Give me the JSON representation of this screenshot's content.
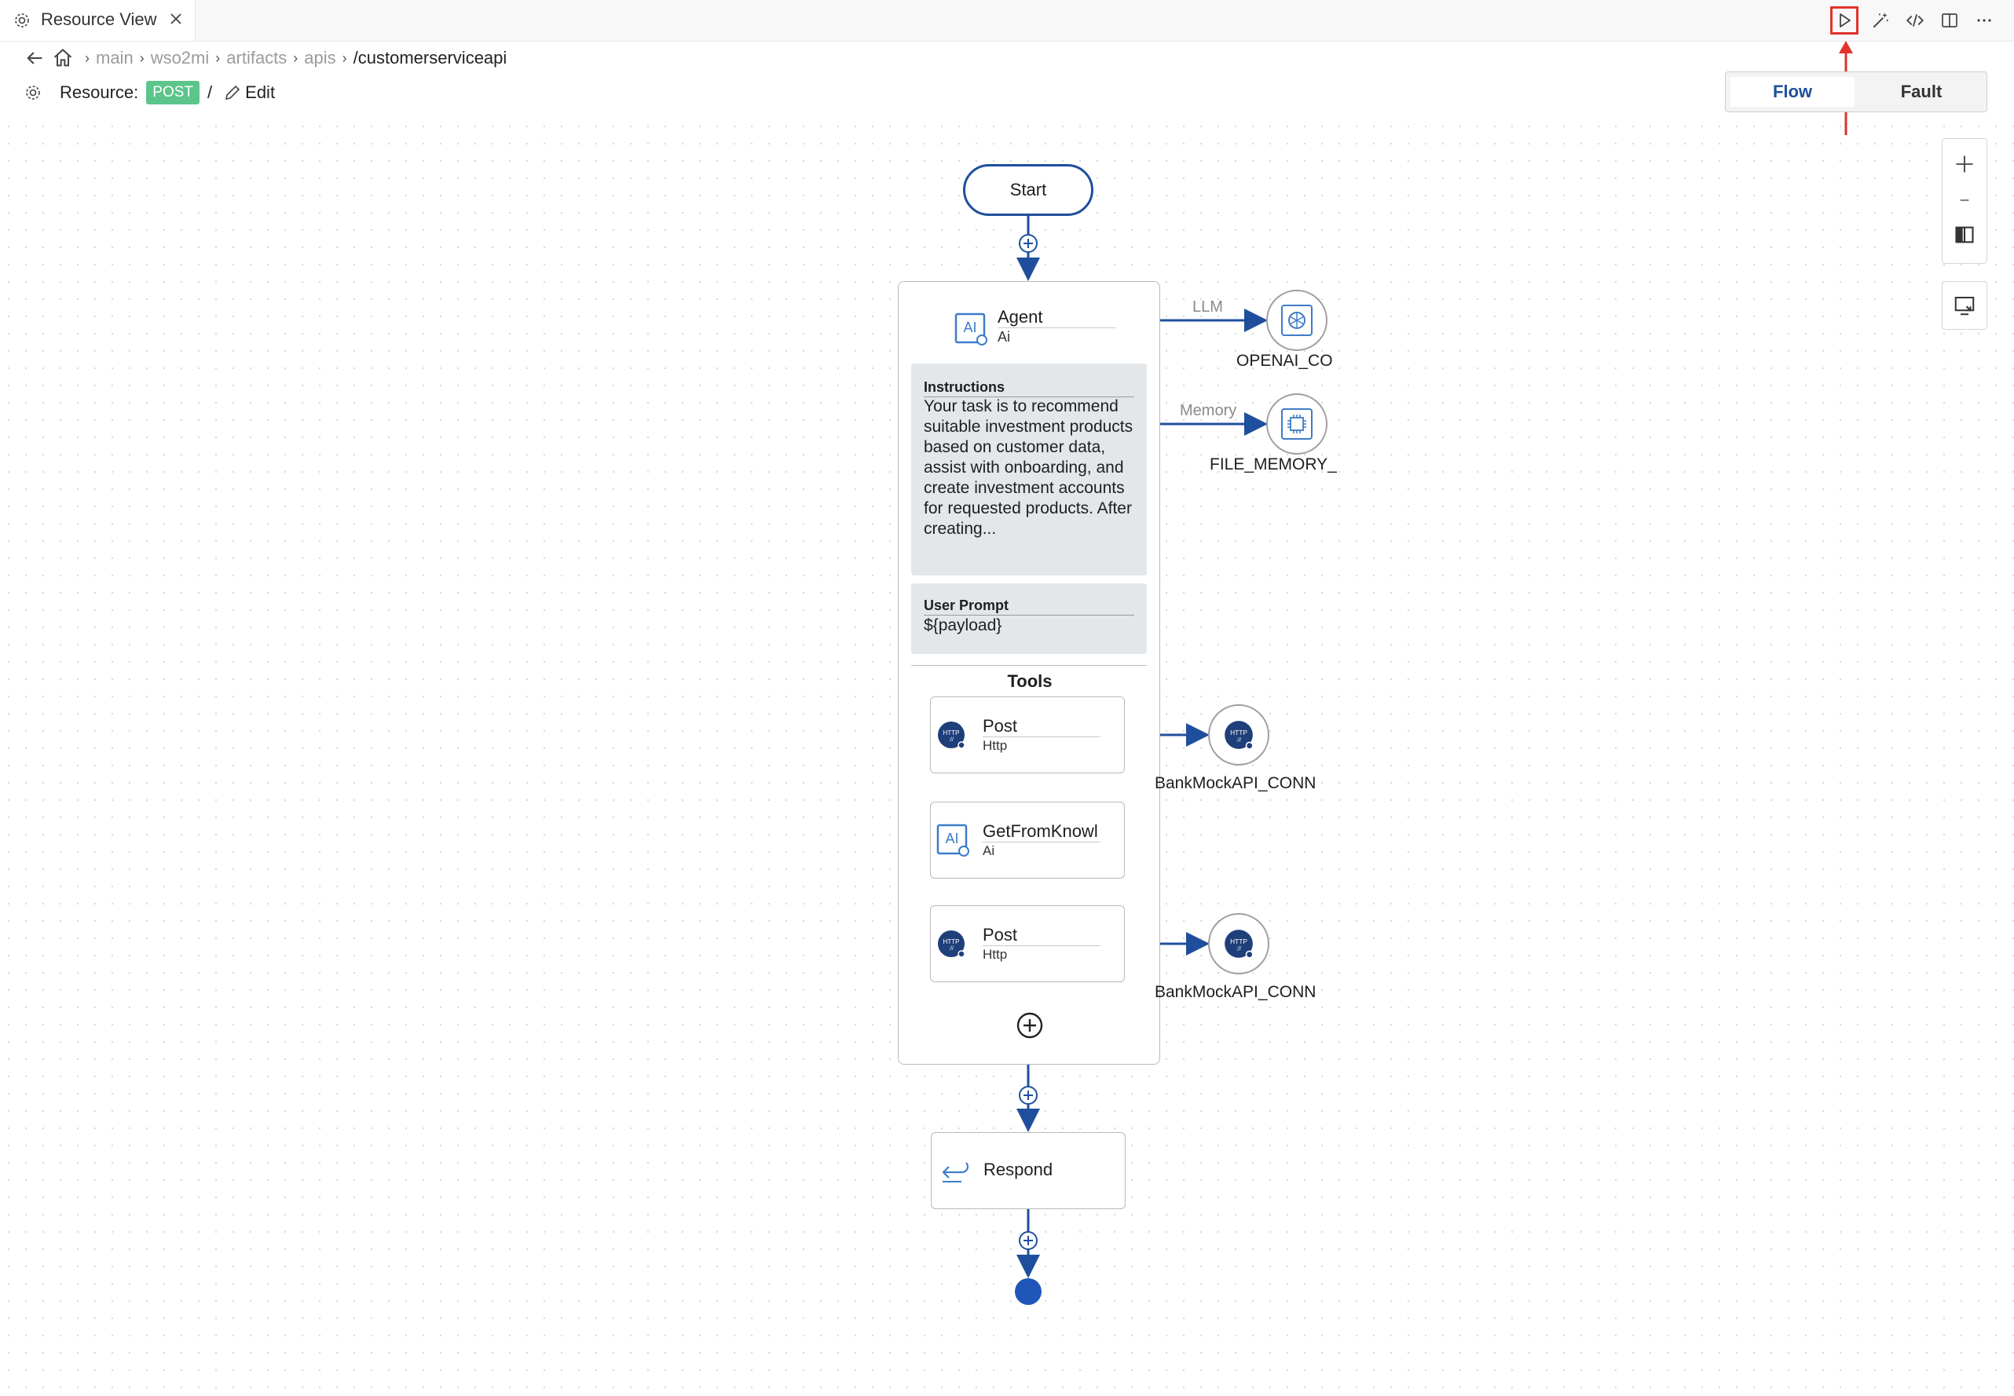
{
  "tab": {
    "title": "Resource View"
  },
  "breadcrumb": {
    "items": [
      "main",
      "wso2mi",
      "artifacts",
      "apis"
    ],
    "current": "/customerserviceapi"
  },
  "resource": {
    "label": "Resource:",
    "method": "POST",
    "path": "/",
    "edit_label": "Edit"
  },
  "view_toggle": {
    "flow": "Flow",
    "fault": "Fault",
    "selected": "Flow"
  },
  "zoom": {
    "in": "+",
    "out": "-"
  },
  "flow": {
    "start": "Start",
    "agent": {
      "title": "Agent",
      "type": "Ai",
      "instructions_label": "Instructions",
      "instructions_text": "Your task is to recommend suitable investment products based on customer data, assist with onboarding, and create investment accounts for requested products. After creating...",
      "user_prompt_label": "User Prompt",
      "user_prompt_text": "${payload}",
      "tools_label": "Tools",
      "tools": [
        {
          "title": "Post",
          "type": "Http"
        },
        {
          "title": "GetFromKnowl",
          "type": "Ai"
        },
        {
          "title": "Post",
          "type": "Http"
        }
      ]
    },
    "edges": {
      "llm": "LLM",
      "memory": "Memory"
    },
    "connections": {
      "llm": "OPENAI_CO",
      "memory": "FILE_MEMORY_",
      "tool1": "BankMockAPI_CONN",
      "tool3": "BankMockAPI_CONN"
    },
    "respond": "Respond"
  },
  "colors": {
    "accent": "#1f4f9c",
    "post_badge": "#5cc58a",
    "highlight": "#e0332b"
  }
}
